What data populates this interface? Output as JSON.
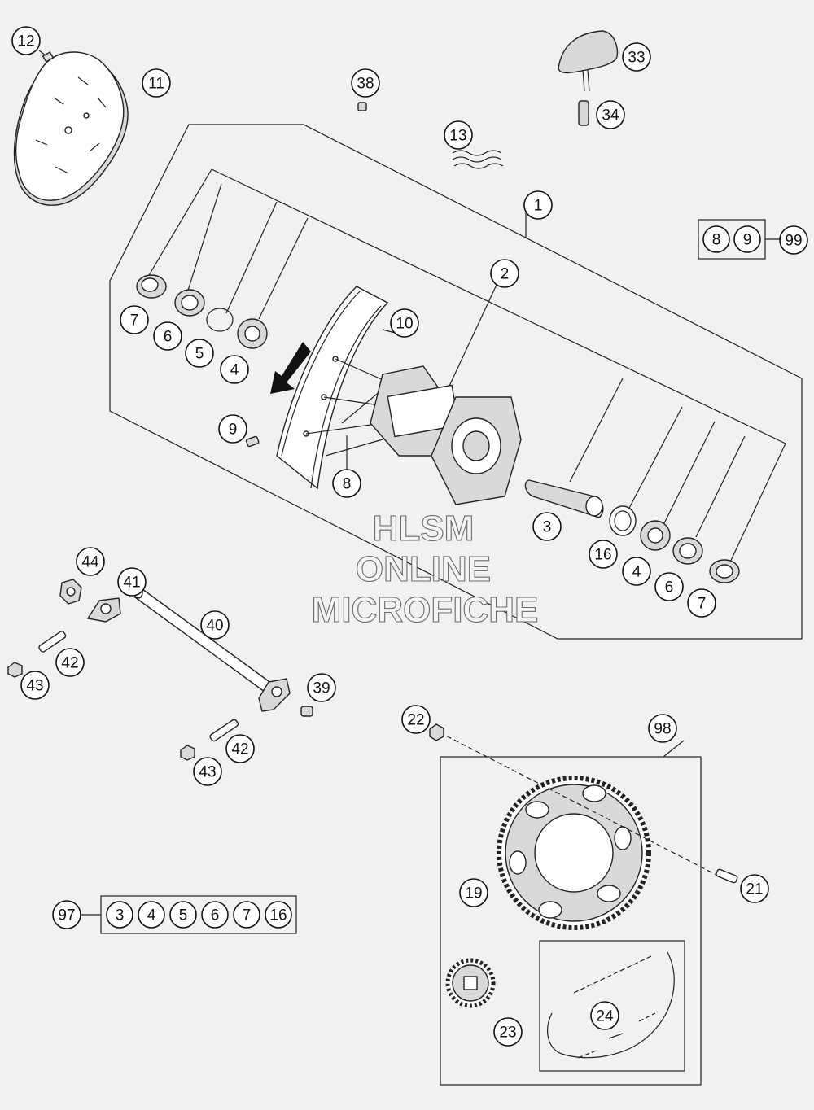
{
  "callouts": {
    "c1": "1",
    "c2": "2",
    "c3": "3",
    "c3b": "3",
    "c4a": "4",
    "c4b": "4",
    "c5": "5",
    "c6a": "6",
    "c6b": "6",
    "c7a": "7",
    "c7b": "7",
    "c8": "8",
    "c9": "9",
    "c10": "10",
    "c11": "11",
    "c12": "12",
    "c13": "13",
    "c16": "16",
    "c19": "19",
    "c21": "21",
    "c22": "22",
    "c23": "23",
    "c24": "24",
    "c33": "33",
    "c34": "34",
    "c38": "38",
    "c39": "39",
    "c40": "40",
    "c41": "41",
    "c42a": "42",
    "c42b": "42",
    "c43a": "43",
    "c43b": "43",
    "c44": "44",
    "c97": "97",
    "c98": "98",
    "c99": "99"
  },
  "kit_99": {
    "label": "99",
    "items": [
      "8",
      "9"
    ]
  },
  "kit_97": {
    "label": "97",
    "items": [
      "3",
      "4",
      "5",
      "6",
      "7",
      "16"
    ]
  },
  "watermark": {
    "line1": "HLSM",
    "line2": "ONLINE",
    "line3": "MICROFICHE"
  }
}
